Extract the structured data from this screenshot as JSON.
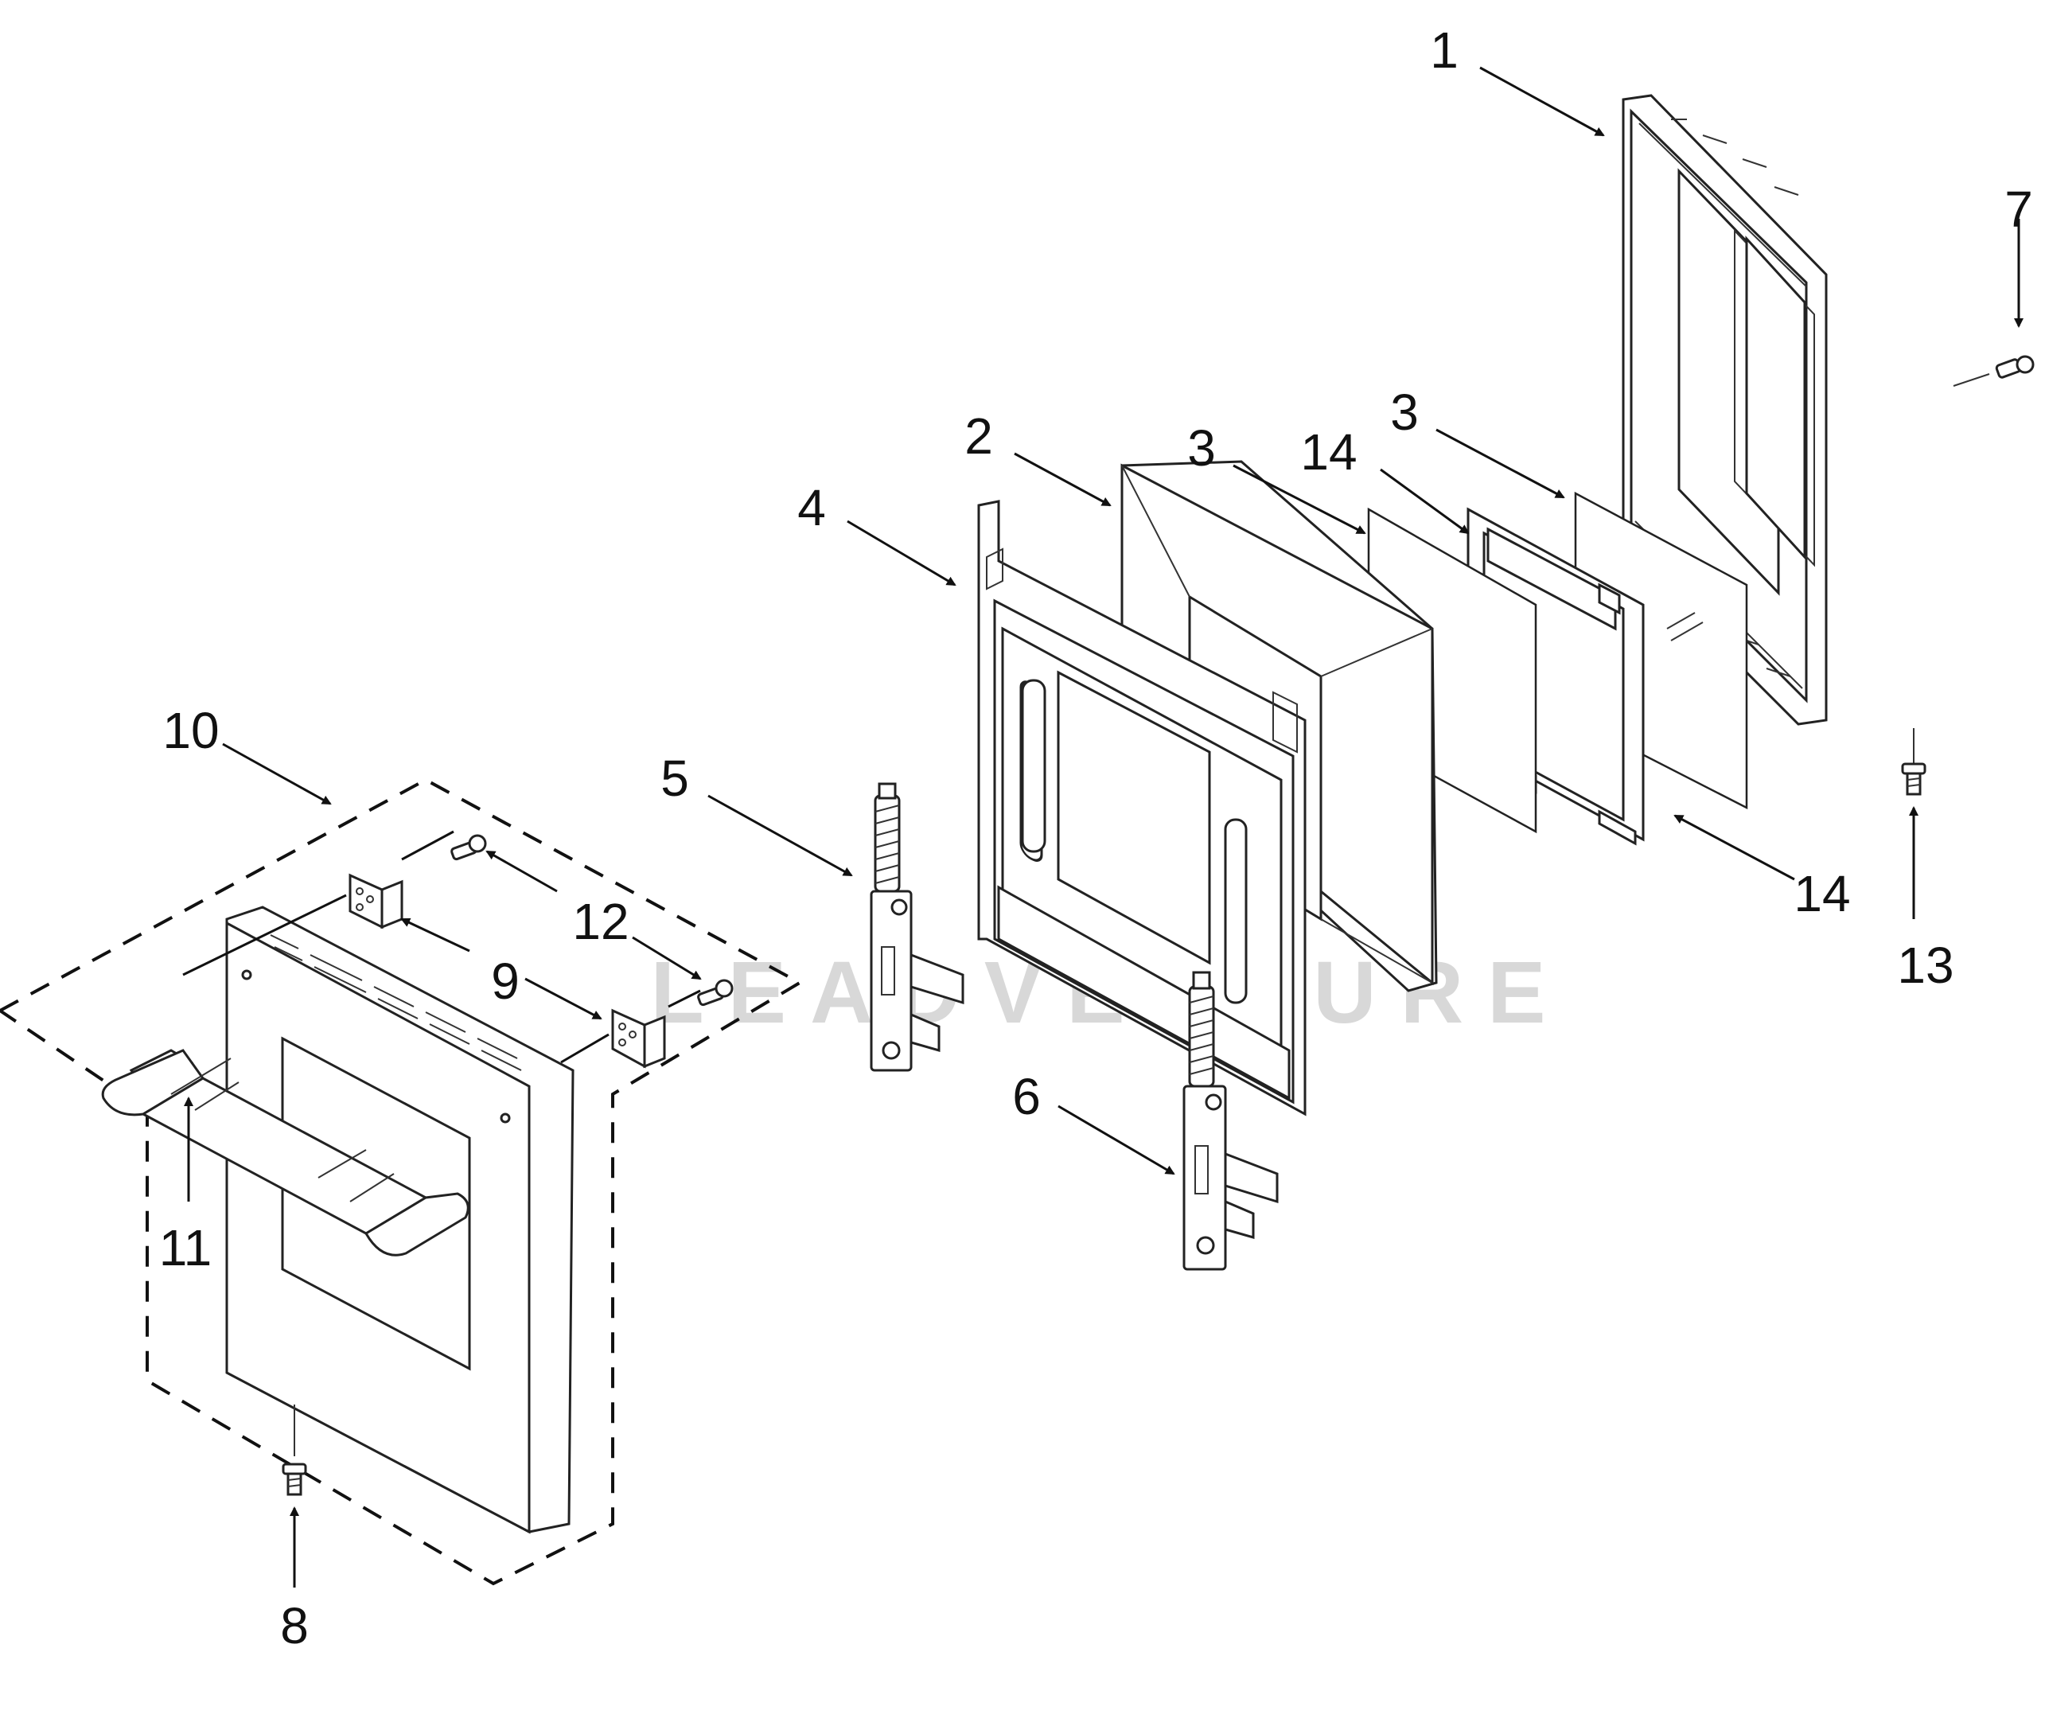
{
  "watermark": "LEADVENTURE",
  "callouts": {
    "c1": "1",
    "c2": "2",
    "c3a": "3",
    "c3b": "3",
    "c4": "4",
    "c5": "5",
    "c6": "6",
    "c7": "7",
    "c8": "8",
    "c9": "9",
    "c10": "10",
    "c11": "11",
    "c12": "12",
    "c13": "13",
    "c14a": "14",
    "c14b": "14"
  }
}
